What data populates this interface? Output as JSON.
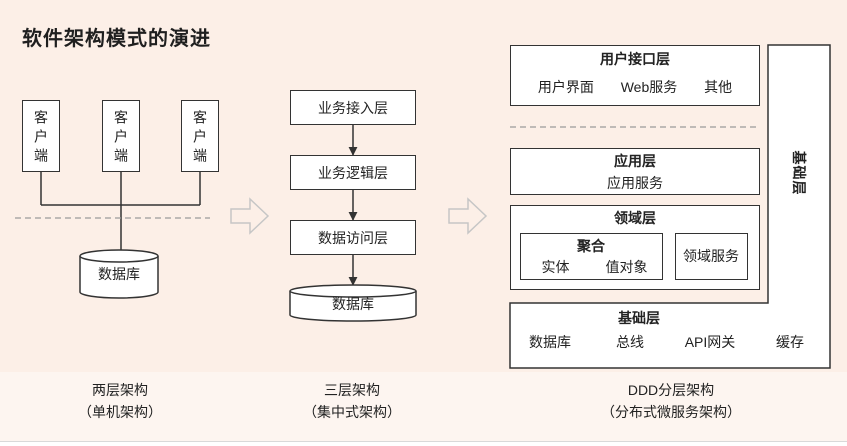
{
  "title": "软件架构模式的演进",
  "two_tier": {
    "clients": [
      "客户端",
      "客户端",
      "客户端"
    ],
    "database": "数据库",
    "caption": "两层架构",
    "subcaption": "（单机架构）"
  },
  "three_tier": {
    "layers": [
      "业务接入层",
      "业务逻辑层",
      "数据访问层"
    ],
    "database": "数据库",
    "caption": "三层架构",
    "subcaption": "（集中式架构）"
  },
  "ddd": {
    "user_interface": {
      "title": "用户接口层",
      "items": [
        "用户界面",
        "Web服务",
        "其他"
      ]
    },
    "application": {
      "title": "应用层",
      "items": [
        "应用服务"
      ]
    },
    "domain": {
      "title": "领域层",
      "aggregate": {
        "title": "聚合",
        "items": [
          "实体",
          "值对象"
        ]
      },
      "service": "领域服务"
    },
    "infrastructure": {
      "title": "基础层",
      "side_label": "基础层",
      "items": [
        "数据库",
        "总线",
        "API网关",
        "缓存"
      ]
    },
    "caption": "DDD分层架构",
    "subcaption": "（分布式微服务架构）"
  },
  "colors": {
    "background": "#fcefe7",
    "background_lower": "#fdf5f0",
    "ink": "#333333",
    "dashed_line": "#9a9a9a",
    "hollow_arrow": "#c6c6c6"
  }
}
